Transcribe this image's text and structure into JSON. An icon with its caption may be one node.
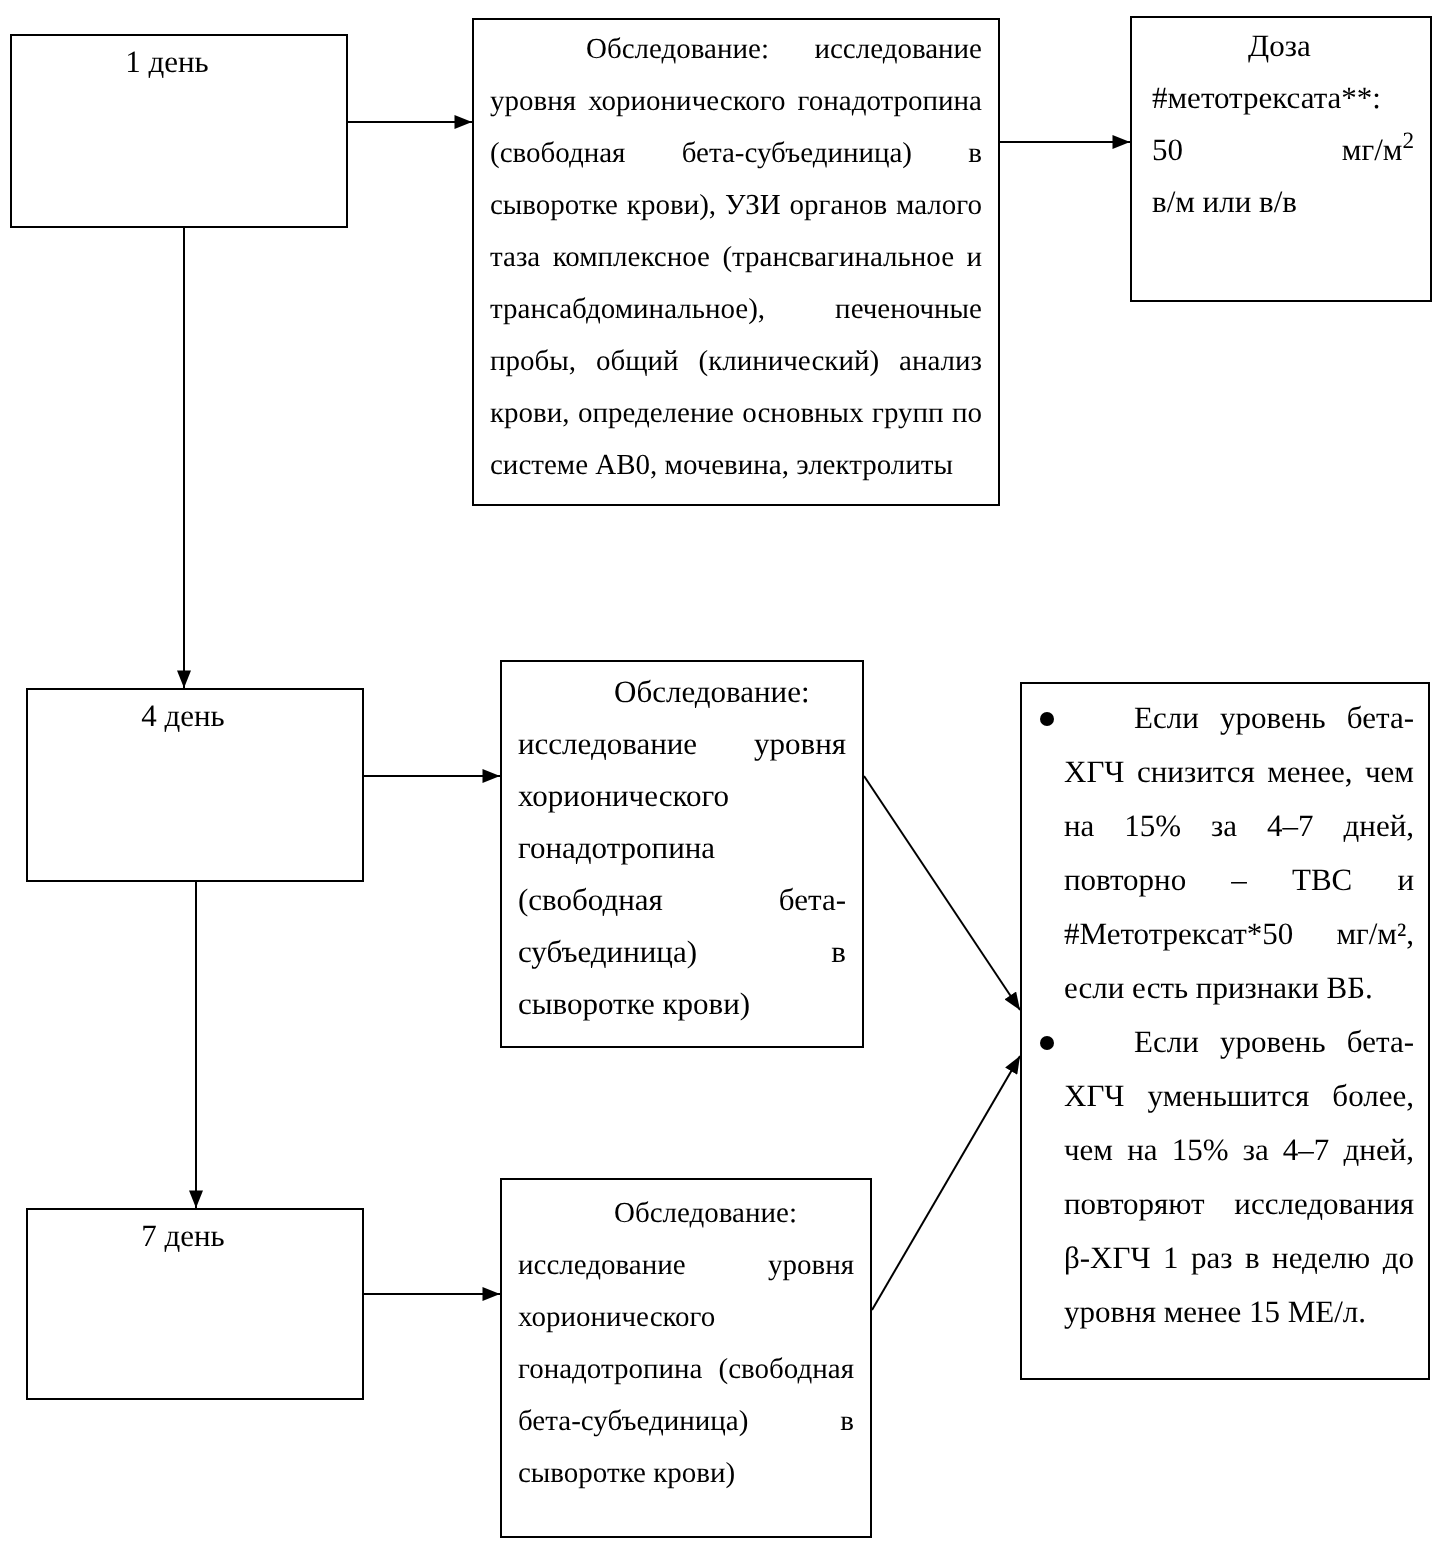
{
  "diagram": {
    "nodes": [
      {
        "text": [
          "1 день"
        ]
      },
      {
        "text": [
          "Обследование: исследование уровня хорионического гонадотропина (свободная бета-субъединица) в сыворотке крови), УЗИ органов малого таза комплексное (трансвагинальное и трансабдоминальное), печеночные пробы, общий (клинический) анализ крови, определение основных групп по системе АВ0, мочевина, электролиты"
        ]
      },
      {
        "text": [
          "Доза #метотрексата**: 50 мг/м$^{2}$",
          "в/м или в/в"
        ]
      },
      {
        "text": [
          "4 день"
        ]
      },
      {
        "text": [
          "Обследование: исследование уровня хорионического гонадотропина (свободная бета-субъединица) в сыворотке крови)"
        ]
      },
      {
        "text": [
          "Если уровень бета-ХГЧ снизится менее, чем на 15% за 4–7 дней, повторно – ТВС и #Метотрексат*50 мг/м², если есть признаки ВБ.",
          "Если уровень бета-ХГЧ уменьшится более, чем на 15% за 4–7 дней, повторяют исследования β-ХГЧ 1 раз в неделю до уровня менее 15 МЕ/л."
        ]
      },
      {
        "text": [
          "7 день"
        ]
      },
      {
        "text": [
          "Обследование: исследование уровня хорионического гонадотропина (свободная бета-субъединица) в сыворотке крови)"
        ]
      }
    ],
    "edges": [
      {
        "from": 0,
        "to": 1,
        "arrow": "to"
      },
      {
        "from": 1,
        "to": 2,
        "arrow": "to"
      },
      {
        "from": 0,
        "to": 3,
        "arrow": "to"
      },
      {
        "from": 3,
        "to": 4,
        "arrow": "to"
      },
      {
        "from": 4,
        "to": 5,
        "arrow": "to"
      },
      {
        "from": 3,
        "to": 6,
        "arrow": "to"
      },
      {
        "from": 6,
        "to": 7,
        "arrow": "to"
      },
      {
        "from": 7,
        "to": 5,
        "arrow": "to"
      }
    ]
  }
}
